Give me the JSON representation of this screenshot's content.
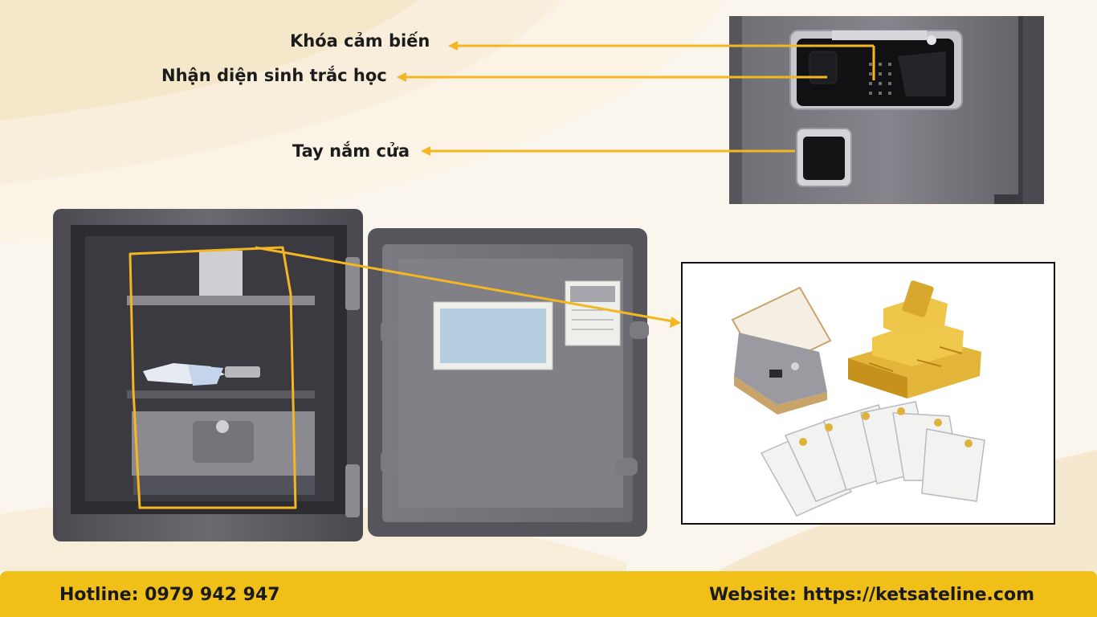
{
  "labels": {
    "sensor_lock": "Khóa cảm biến",
    "biometric": "Nhận diện sinh trắc học",
    "door_handle": "Tay nắm cửa"
  },
  "footer": {
    "hotline": "Hotline: 0979 942 947",
    "website": "Website: https://ketsateline.com"
  },
  "colors": {
    "accent": "#f0c018",
    "arrow": "#f2b722",
    "text": "#1c1c1c",
    "safe_body": "#5a5a60"
  }
}
